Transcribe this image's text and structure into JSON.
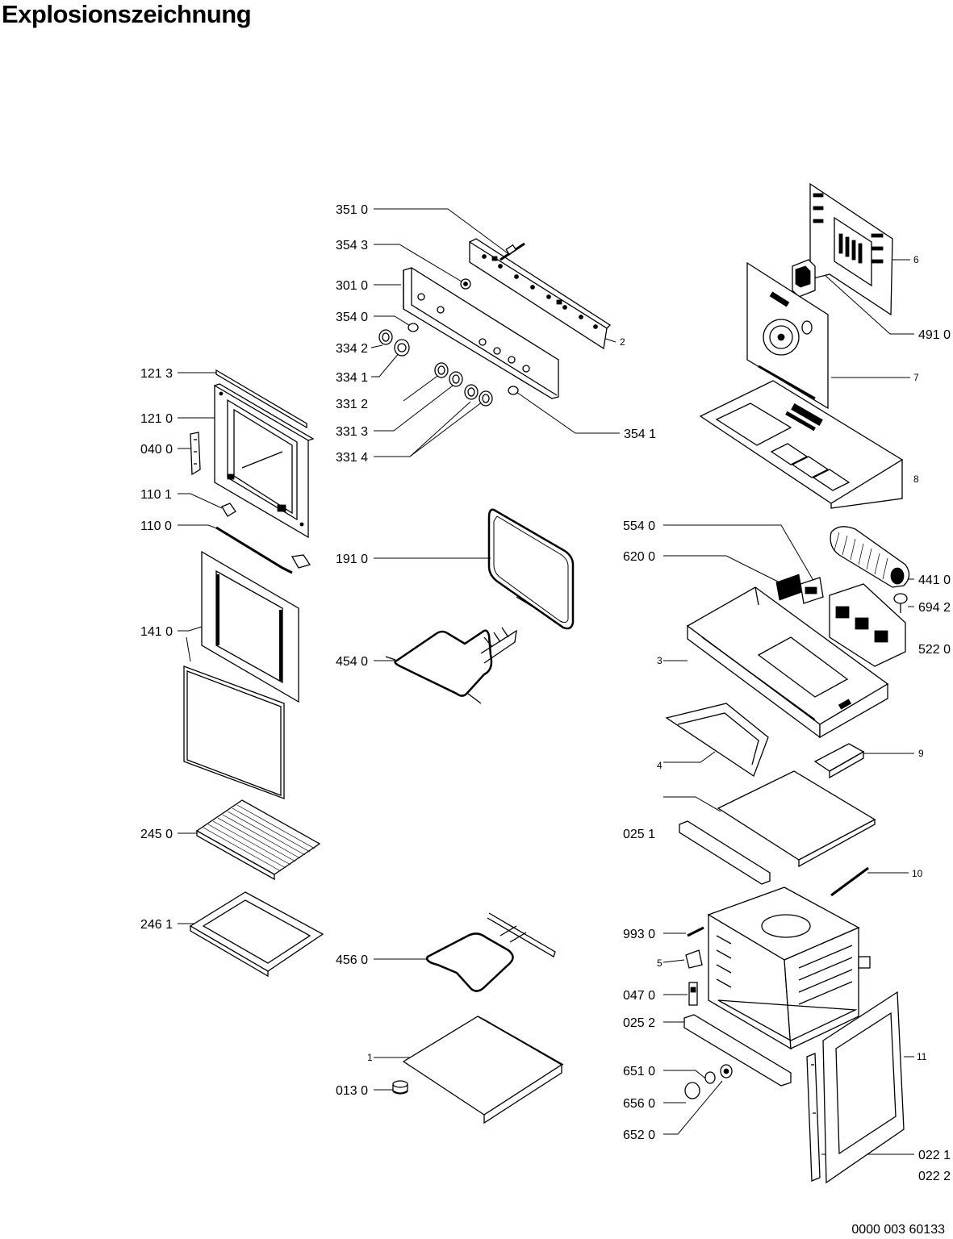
{
  "title": "Explosionszeichnung",
  "document_number": "0000 003 60133",
  "labels": [
    {
      "id": "l3510",
      "text": "351 0"
    },
    {
      "id": "l3543",
      "text": "354 3"
    },
    {
      "id": "l3010",
      "text": "301 0"
    },
    {
      "id": "l3540",
      "text": "354 0"
    },
    {
      "id": "l3342",
      "text": "334 2"
    },
    {
      "id": "l3341",
      "text": "334 1"
    },
    {
      "id": "l3312",
      "text": "331 2"
    },
    {
      "id": "l3313",
      "text": "331 3"
    },
    {
      "id": "l3314",
      "text": "331 4"
    },
    {
      "id": "l3541",
      "text": "354 1"
    },
    {
      "id": "l2",
      "text": "2"
    },
    {
      "id": "l1213",
      "text": "121 3"
    },
    {
      "id": "l1210",
      "text": "121 0"
    },
    {
      "id": "l0400",
      "text": "040 0"
    },
    {
      "id": "l1101",
      "text": "110 1"
    },
    {
      "id": "l1100",
      "text": "110 0"
    },
    {
      "id": "l1410",
      "text": "141 0"
    },
    {
      "id": "l1910",
      "text": "191 0"
    },
    {
      "id": "l4540",
      "text": "454 0"
    },
    {
      "id": "l2450",
      "text": "245 0"
    },
    {
      "id": "l2461",
      "text": "246 1"
    },
    {
      "id": "l4560",
      "text": "456 0"
    },
    {
      "id": "l1",
      "text": "1"
    },
    {
      "id": "l0130",
      "text": "013 0"
    },
    {
      "id": "l6",
      "text": "6"
    },
    {
      "id": "l4910",
      "text": "491 0"
    },
    {
      "id": "l7",
      "text": "7"
    },
    {
      "id": "l8",
      "text": "8"
    },
    {
      "id": "l5540",
      "text": "554 0"
    },
    {
      "id": "l6200",
      "text": "620 0"
    },
    {
      "id": "l4410",
      "text": "441 0"
    },
    {
      "id": "l6942",
      "text": "694 2"
    },
    {
      "id": "l3",
      "text": "3"
    },
    {
      "id": "l5220",
      "text": "522 0"
    },
    {
      "id": "l4",
      "text": "4"
    },
    {
      "id": "l9",
      "text": "9"
    },
    {
      "id": "l0251",
      "text": "025 1"
    },
    {
      "id": "l10",
      "text": "10"
    },
    {
      "id": "l9930",
      "text": "993 0"
    },
    {
      "id": "l5",
      "text": "5"
    },
    {
      "id": "l0470",
      "text": "047 0"
    },
    {
      "id": "l0252",
      "text": "025 2"
    },
    {
      "id": "l11",
      "text": "11"
    },
    {
      "id": "l6510",
      "text": "651 0"
    },
    {
      "id": "l6560",
      "text": "656 0"
    },
    {
      "id": "l6520",
      "text": "652 0"
    },
    {
      "id": "l0221",
      "text": "022 1"
    },
    {
      "id": "l0222",
      "text": "022 2"
    }
  ]
}
